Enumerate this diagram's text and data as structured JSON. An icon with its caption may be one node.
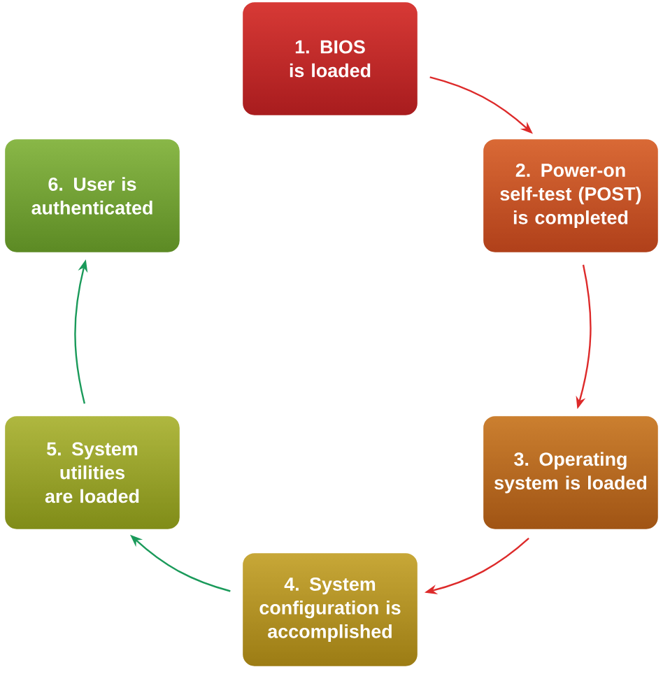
{
  "diagram": {
    "nodes": [
      {
        "text": [
          "1. BIOS is loaded"
        ]
      },
      {
        "text": [
          "2. Power-on self-test (POST) is completed"
        ]
      },
      {
        "text": [
          "3. Operating system is loaded"
        ]
      },
      {
        "text": [
          "4. System configuration is accomplished"
        ]
      },
      {
        "text": [
          "5. System utilities are loaded"
        ]
      },
      {
        "text": [
          "6. User is authenticated"
        ]
      }
    ],
    "edges": [
      {
        "from": 0,
        "to": 1,
        "arrow": "to"
      },
      {
        "from": 1,
        "to": 2,
        "arrow": "to"
      },
      {
        "from": 2,
        "to": 3,
        "arrow": "to"
      },
      {
        "from": 3,
        "to": 4,
        "arrow": "to",
        "color": "#1a9a5a"
      },
      {
        "from": 4,
        "to": 5,
        "arrow": "to",
        "color": "#1a9a5a"
      }
    ]
  }
}
